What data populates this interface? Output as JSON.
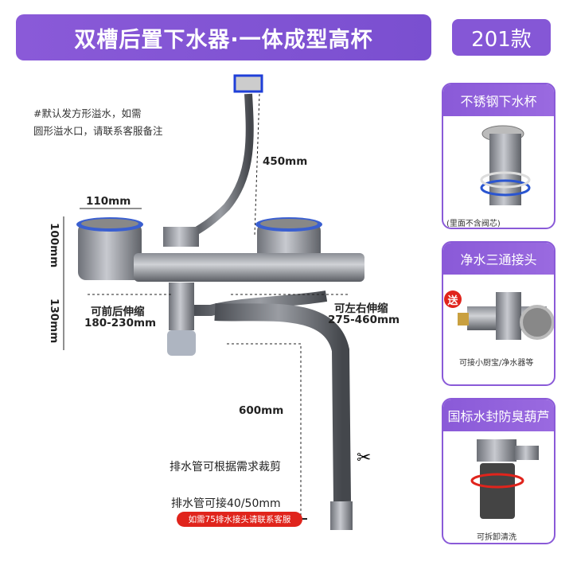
{
  "header": {
    "title": "双槽后置下水器·一体成型高杯",
    "model": "201款"
  },
  "note": {
    "line1": "#默认发方形溢水，如需",
    "line2": "圆形溢水口，请联系客服备注"
  },
  "dimensions": {
    "overflow_hose": "450mm",
    "basket_width": "110mm",
    "height_top": "100mm",
    "height_bottom": "130mm",
    "front_back_label": "可前后伸缩",
    "front_back_range": "180-230mm",
    "left_right_label": "可左右伸缩",
    "left_right_range": "275-460mm",
    "drain_length": "600mm"
  },
  "drain": {
    "cut_note": "排水管可根据需求裁剪",
    "connect_note": "排水管可接40/50mm",
    "contact_note": "如需75排水接头请联系客服"
  },
  "cards": [
    {
      "title": "不锈钢下水杯",
      "caption": "(里面不含阀芯)"
    },
    {
      "title": "净水三通接头",
      "badge": "送",
      "caption": "可接小厨宝/净水器等"
    },
    {
      "title": "国标水封防臭葫芦",
      "caption": "可拆卸清洗"
    }
  ],
  "colors": {
    "accent": "#8557d6",
    "red": "#e0241c"
  }
}
